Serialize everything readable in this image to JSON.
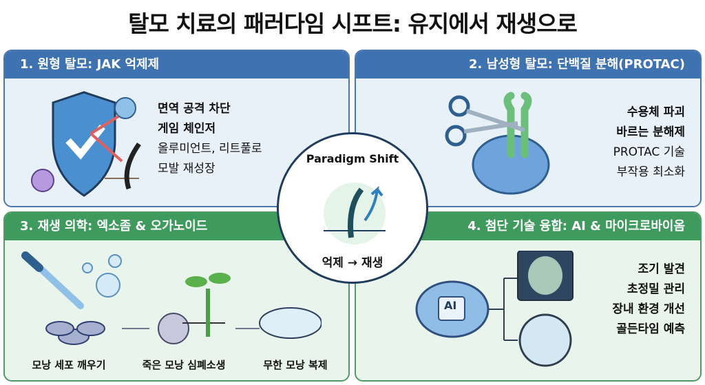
{
  "title": "탈모 치료의 패러다임 시프트: 유지에서 재생으로",
  "panels": [
    {
      "header": "1. 원형 탈모: JAK 억제제",
      "lines": [
        "면역 공격 차단",
        "게임 체인저",
        "올루미언트, 리트풀로",
        "모발 재성장"
      ]
    },
    {
      "header": "2. 남성형 탈모: 단백질 분해(PROTAC)",
      "lines": [
        "수용체 파괴",
        "바르는 분해제",
        "PROTAC 기술",
        "부작용 최소화"
      ]
    },
    {
      "header": "3. 재생 의학: 엑소좀 & 오가노이드",
      "captions": [
        "모낭 세포 깨우기",
        "죽은 모낭 심폐소생",
        "무한 모낭 복제"
      ]
    },
    {
      "header": "4. 첨단 기술 융합: AI & 마이크로바이옴",
      "lines": [
        "조기 발견",
        "초정밀 관리",
        "장내 환경 개선",
        "골든타임 예측"
      ],
      "ai_label": "AI"
    }
  ],
  "center": {
    "top": "Paradigm Shift",
    "bottom": "억제 → 재생"
  },
  "colors": {
    "blue_header": "#3e72b1",
    "green_header": "#3f9a5e",
    "blue_bg": "#e8f0f8",
    "green_bg": "#e9f5ec"
  }
}
